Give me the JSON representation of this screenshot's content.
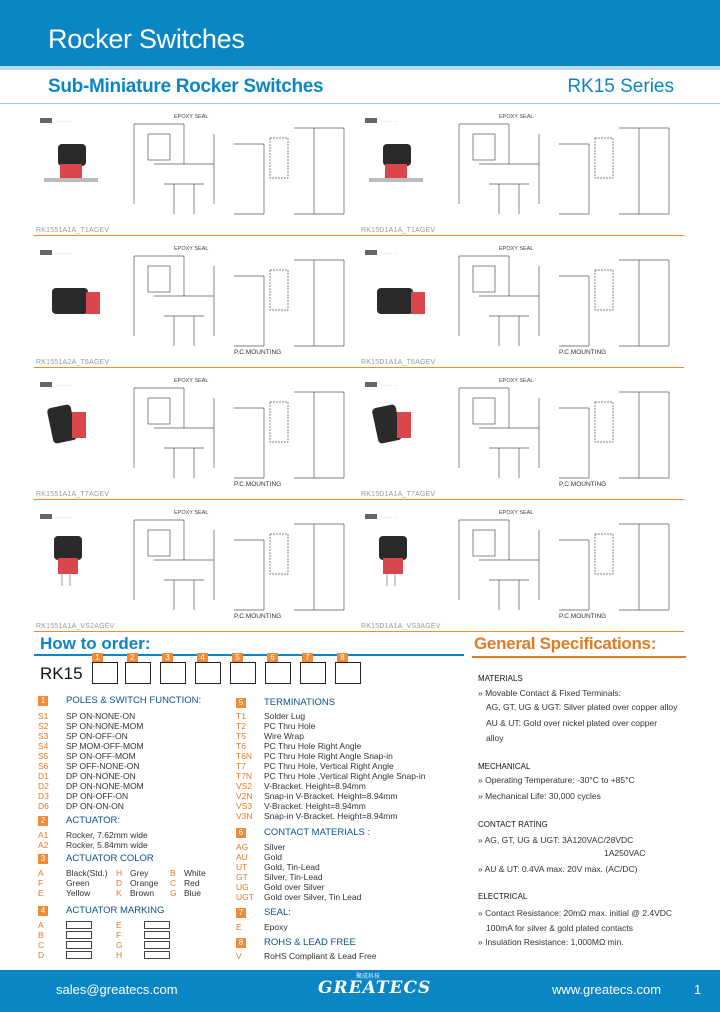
{
  "header": {
    "title": "Rocker Switches",
    "subtitle": "Sub-Miniature Rocker Switches",
    "series": "RK15 Series"
  },
  "diagrams": [
    {
      "pn": "RK1551A1A_T1AGEV",
      "col": 0,
      "row": 0
    },
    {
      "pn": "RK15D1A1A_T1AGEV",
      "col": 1,
      "row": 0
    },
    {
      "pn": "RK1551A2A_T6AGEV",
      "col": 0,
      "row": 1
    },
    {
      "pn": "RK15D1A1A_T6AGEV",
      "col": 1,
      "row": 1
    },
    {
      "pn": "RK1551A1A_T7AGEV",
      "col": 0,
      "row": 2
    },
    {
      "pn": "RK15D1A1A_T7AGEV",
      "col": 1,
      "row": 2
    },
    {
      "pn": "RK1551A1A_VS2AGEV",
      "col": 0,
      "row": 3
    },
    {
      "pn": "RK15D1A1A_VS3AGEV",
      "col": 1,
      "row": 3
    }
  ],
  "diagram_labels": {
    "epoxy": "EPOXY SEAL",
    "pc_mounting": "P.C.MOUNTING"
  },
  "order": {
    "title": "How to order:",
    "prefix": "RK15",
    "slots": [
      "1",
      "2",
      "3",
      "4",
      "5",
      "6",
      "7",
      "8"
    ]
  },
  "poles": {
    "num": "1",
    "title": "POLES & SWITCH FUNCTION:",
    "items": [
      {
        "c": "S1",
        "t": "SP ON-NONE-ON"
      },
      {
        "c": "S2",
        "t": "SP ON-NONE-MOM"
      },
      {
        "c": "S3",
        "t": "SP ON-OFF-ON"
      },
      {
        "c": "S4",
        "t": "SP MOM-OFF-MOM"
      },
      {
        "c": "S5",
        "t": "SP ON-OFF-MOM"
      },
      {
        "c": "S6",
        "t": "SP OFF-NONE-ON"
      },
      {
        "c": "D1",
        "t": "DP ON-NONE-ON"
      },
      {
        "c": "D2",
        "t": "DP ON-NONE-MOM"
      },
      {
        "c": "D3",
        "t": "DP ON-OFF-ON"
      },
      {
        "c": "D6",
        "t": "DP ON-ON-ON"
      }
    ]
  },
  "actuator": {
    "num": "2",
    "title": "ACTUATOR:",
    "items": [
      {
        "c": "A1",
        "t": "Rocker, 7.62mm wide"
      },
      {
        "c": "A2",
        "t": "Rocker, 5.84mm wide"
      }
    ]
  },
  "actuator_color": {
    "num": "3",
    "title": "ACTUATOR COLOR",
    "items": [
      {
        "c1": "A",
        "t1": "Black(Std.)",
        "c2": "H",
        "t2": "Grey",
        "c3": "B",
        "t3": "White"
      },
      {
        "c1": "F",
        "t1": "Green",
        "c2": "D",
        "t2": "Orange",
        "c3": "C",
        "t3": "Red"
      },
      {
        "c1": "E",
        "t1": "Yellow",
        "c2": "K",
        "t2": "Brown",
        "c3": "G",
        "t3": "Blue"
      }
    ]
  },
  "actuator_marking": {
    "num": "4",
    "title": "ACTUATOR MARKING",
    "items": [
      {
        "c1": "A",
        "c2": "E"
      },
      {
        "c1": "B",
        "c2": "F"
      },
      {
        "c1": "C",
        "c2": "G"
      },
      {
        "c1": "D",
        "c2": "H"
      }
    ]
  },
  "terminations": {
    "num": "5",
    "title": "TERMINATIONS",
    "items": [
      {
        "c": "T1",
        "t": "Solder Lug"
      },
      {
        "c": "T2",
        "t": "PC Thru Hole"
      },
      {
        "c": "T5",
        "t": "Wire Wrap"
      },
      {
        "c": "T6",
        "t": "PC Thru Hole Right Angle"
      },
      {
        "c": "T6N",
        "t": "PC Thru Hole Right Angle Snap-in"
      },
      {
        "c": "T7",
        "t": "PC Thru Hole, Vertical Right Angle"
      },
      {
        "c": "T7N",
        "t": "PC Thru Hole ,Vertical Right Angle Snap-in"
      },
      {
        "c": "VS2",
        "t": "V-Bracket. Height=8.94mm"
      },
      {
        "c": "V2N",
        "t": "Snap-in V-Bracket. Height=8.94mm"
      },
      {
        "c": "VS3",
        "t": "V-Bracket. Height=8.94mm"
      },
      {
        "c": "V3N",
        "t": "Snap-in V-Bracket. Height=8.94mm"
      }
    ]
  },
  "contact_materials": {
    "num": "6",
    "title": "CONTACT MATERIALS :",
    "items": [
      {
        "c": "AG",
        "t": "Silver"
      },
      {
        "c": "AU",
        "t": "Gold"
      },
      {
        "c": "UT",
        "t": "Gold, Tin-Lead"
      },
      {
        "c": "GT",
        "t": "Silver, Tin-Lead"
      },
      {
        "c": "UG",
        "t": "Gold over Silver"
      },
      {
        "c": "UGT",
        "t": "Gold over Silver, Tin Lead"
      }
    ]
  },
  "seal": {
    "num": "7",
    "title": "SEAL:",
    "items": [
      {
        "c": "E",
        "t": "Epoxy"
      }
    ]
  },
  "rohs": {
    "num": "8",
    "title": "ROHS & LEAD FREE",
    "items": [
      {
        "c": "V",
        "t": "RoHS Compliant & Lead Free"
      }
    ]
  },
  "specs": {
    "title": "General Specifications:",
    "lines": [
      {
        "h": true,
        "t": "MATERIALS"
      },
      {
        "h": false,
        "t": "» Movable Contact & Fixed Terminals:"
      },
      {
        "h": false,
        "t": "AG, GT, UG & UGT: Silver plated over copper alloy"
      },
      {
        "h": false,
        "t": "AU & UT: Gold over nickel plated over copper"
      },
      {
        "h": false,
        "t": "alloy"
      },
      {
        "h": true,
        "t": "MECHANICAL"
      },
      {
        "h": false,
        "t": "» Operating Temperature: -30°C to +85°C"
      },
      {
        "h": false,
        "t": "» Mechanical Life: 30,000 cycles"
      },
      {
        "h": true,
        "t": "CONTACT RATING"
      },
      {
        "h": false,
        "t": "» AG, GT, UG & UGT: 3A120VAC/28VDC"
      },
      {
        "h": false,
        "t": "1A250VAC"
      },
      {
        "h": false,
        "t": "» AU & UT: 0.4VA max. 20V max. (AC/DC)"
      },
      {
        "h": true,
        "t": "ELECTRICAL"
      },
      {
        "h": false,
        "t": "» Contact Resistance: 20mΩ max. initial @ 2.4VDC"
      },
      {
        "h": false,
        "t": "100mA for silver & gold plated contacts"
      },
      {
        "h": false,
        "t": "» Insulation Resistance: 1,000MΩ min."
      }
    ]
  },
  "footer": {
    "email": "sales@greatecs.com",
    "web": "www.greatecs.com",
    "page": "1",
    "logo": "GREATECS",
    "logo_sub": "聚成科技"
  },
  "colors": {
    "brand_blue": "#0b86c4",
    "accent_orange": "#f08a35",
    "rocker_red": "#d9464b",
    "rocker_black": "#2a2a2a"
  }
}
